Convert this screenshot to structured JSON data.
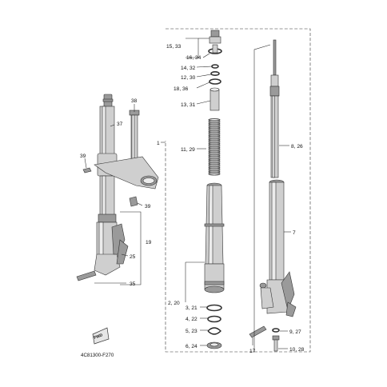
{
  "diagram": {
    "labels": {
      "c15_33": "15, 33",
      "c16_34": "16, 34",
      "c14_32": "14, 32",
      "c12_30": "12, 30",
      "c18_36": "18, 36",
      "c13_31": "13, 31",
      "c11_29": "11, 29",
      "c1": "1",
      "c8_26": "8, 26",
      "c7": "7",
      "c2_20": "2, 20",
      "c3_21": "3, 21",
      "c4_22": "4, 22",
      "c5_23": "5, 23",
      "c6_24": "6, 24",
      "c9_27": "9, 27",
      "c10_28": "10, 28",
      "c17": "17",
      "c38": "38",
      "c37": "37",
      "c39a": "39",
      "c39b": "39",
      "c19": "19",
      "c25": "25",
      "c35": "35"
    },
    "logo_text": "FWD",
    "drawing_code": "4C81300-F270"
  }
}
